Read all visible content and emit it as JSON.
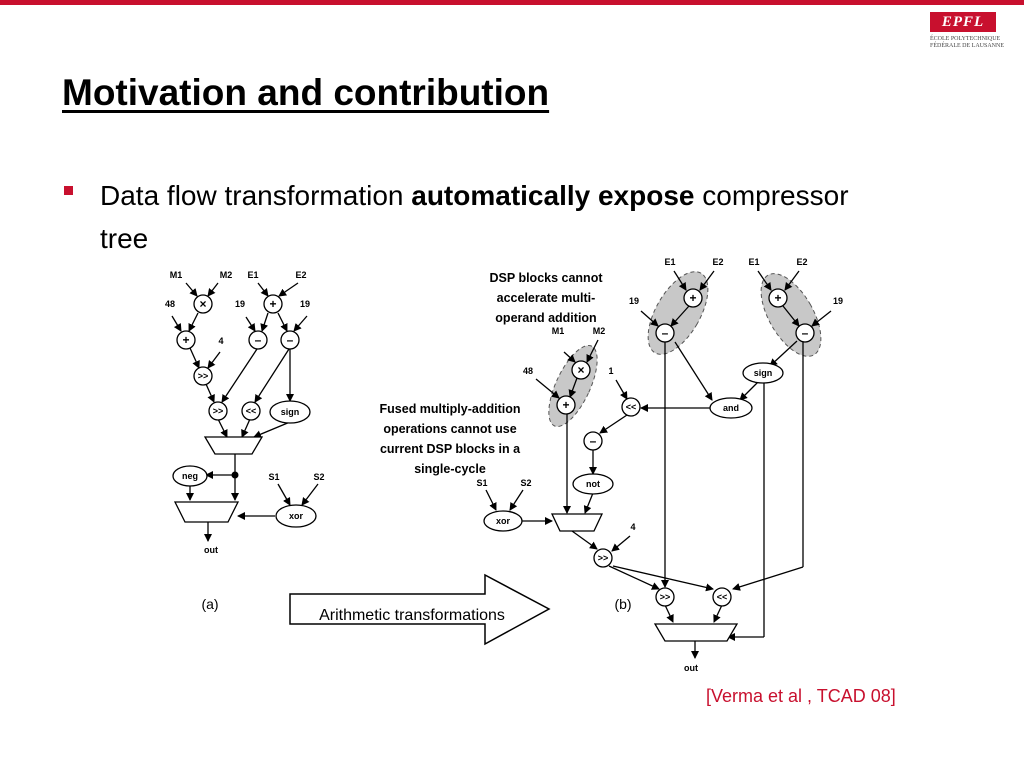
{
  "slide": {
    "title": "Motivation and contribution",
    "bullet": {
      "part1": "Data flow transformation ",
      "bold": "automatically expose",
      "part2": " compressor",
      "line2": "tree"
    },
    "citation": "[Verma et al , TCAD 08]"
  },
  "logo": {
    "mark": "EPFL",
    "line1": "ÉCOLE POLYTECHNIQUE",
    "line2": "FÉDÉRALE DE LAUSANNE"
  },
  "colors": {
    "accent": "#c8102e",
    "highlight_fill": "#c8c8c8",
    "ink": "#000000"
  },
  "diagram_a": {
    "inputs": {
      "m1": "M1",
      "m2": "M2",
      "e1": "E1",
      "e2": "E2",
      "c48": "48",
      "c19a": "19",
      "c19b": "19",
      "c4": "4",
      "s1": "S1",
      "s2": "S2"
    },
    "ops": {
      "mul": "×",
      "add_top": "+",
      "add48": "+",
      "sub1": "–",
      "sub2": "–",
      "shr1": ">>",
      "shr2": ">>",
      "shl": "<<"
    },
    "nodes": {
      "sign": "sign",
      "neg": "neg",
      "xor": "xor"
    },
    "output": "out",
    "caption": "(a)"
  },
  "arrow_label": "Arithmetic transformations",
  "diagram_b": {
    "inputs": {
      "e1a": "E1",
      "e2a": "E2",
      "e1b": "E1",
      "e2b": "E2",
      "c19a": "19",
      "c19b": "19",
      "m1": "M1",
      "m2": "M2",
      "c48": "48",
      "c1": "1",
      "c4": "4",
      "s1": "S1",
      "s2": "S2"
    },
    "ops": {
      "add1": "+",
      "add2": "+",
      "sub1": "–",
      "sub2": "–",
      "mul": "×",
      "add48": "+",
      "shl_mid": "<<",
      "sub_mid": "–",
      "shr_mid": ">>",
      "shr_out": ">>",
      "shl_out": "<<"
    },
    "nodes": {
      "sign": "sign",
      "and": "and",
      "not": "not",
      "xor": "xor"
    },
    "output": "out",
    "caption": "(b)",
    "note_dsp": [
      "DSP blocks cannot",
      "accelerate multi-",
      "operand addition"
    ],
    "note_fused": [
      "Fused multiply-addition",
      "operations cannot use",
      "current DSP blocks in a",
      "single-cycle"
    ]
  }
}
